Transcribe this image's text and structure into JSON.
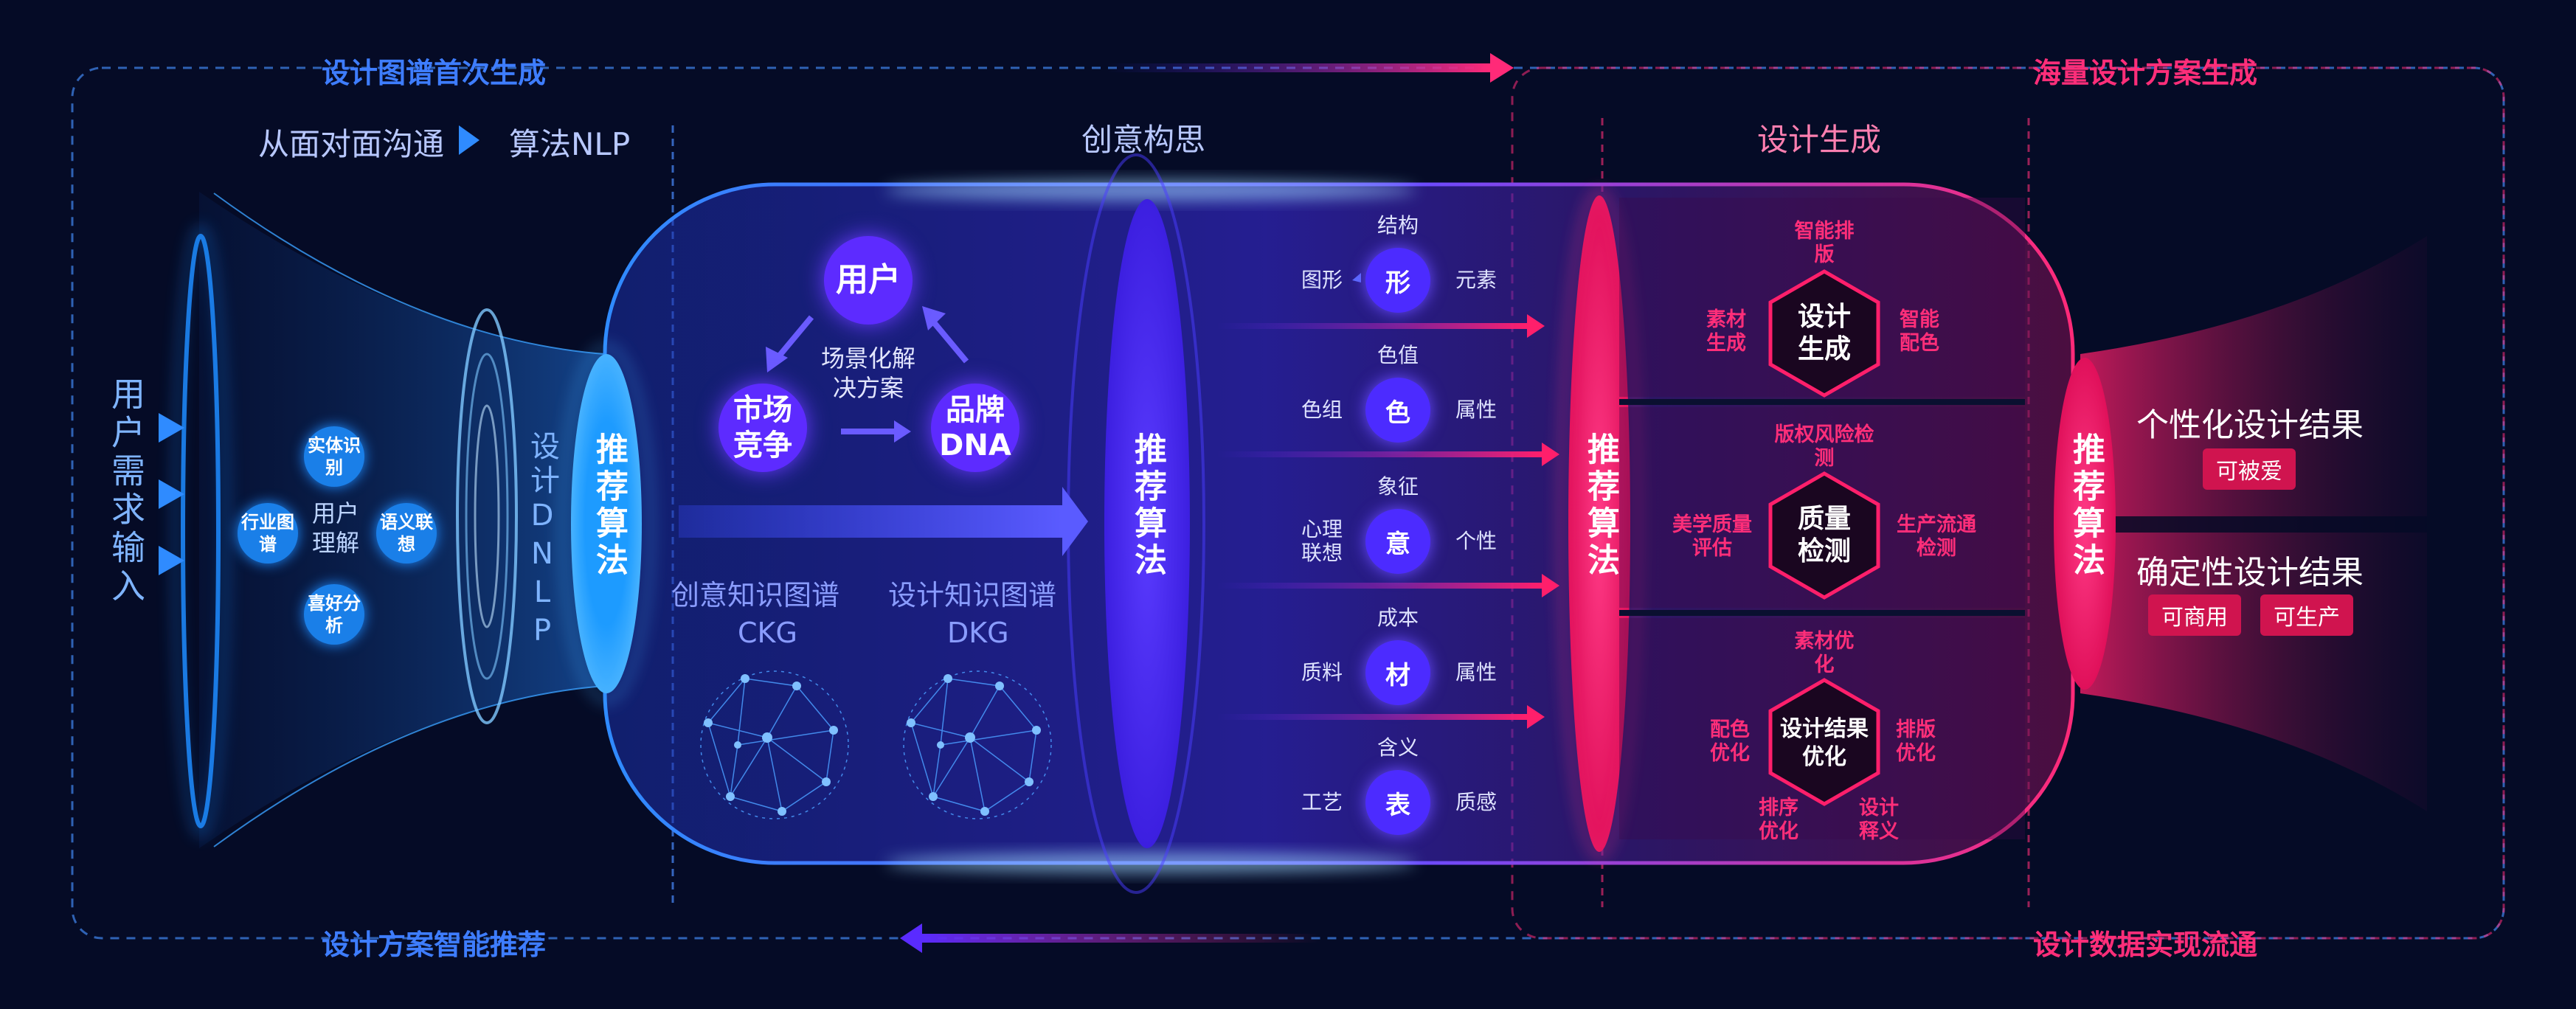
{
  "top": {
    "left_label": "设计图谱首次生成",
    "right_label": "海量设计方案生成"
  },
  "bottom": {
    "left_label": "设计方案智能推荐",
    "right_label": "设计数据实现流通"
  },
  "input": {
    "header_from": "从面对面沟通",
    "header_to": "算法NLP",
    "user_need": "用户需求输入",
    "center": "用户理解",
    "bubbles": [
      "实体识别",
      "行业图谱",
      "语义联想",
      "喜好分析"
    ],
    "dnlp": "设计DNLP"
  },
  "recommend_label": "推荐算法",
  "creative": {
    "title": "创意构思",
    "user": "用户",
    "market": "市场竞争",
    "brand": "品牌DNA",
    "scene": "场景化解决方案",
    "ckg_title": "创意知识图谱",
    "ckg_abbr": "CKG",
    "dkg_title": "设计知识图谱",
    "dkg_abbr": "DKG"
  },
  "elements": [
    {
      "node": "形",
      "top": "结构",
      "left": "图形",
      "right": "元素"
    },
    {
      "node": "色",
      "top": "色值",
      "left": "色组",
      "right": "属性"
    },
    {
      "node": "意",
      "top": "象征",
      "left": "心理联想",
      "right": "个性"
    },
    {
      "node": "材",
      "top": "成本",
      "left": "质料",
      "right": "属性"
    },
    {
      "node": "表",
      "top": "含义",
      "left": "工艺",
      "right": "质感"
    }
  ],
  "generation": {
    "title": "设计生成",
    "block1": {
      "hex": "设计生成",
      "top": "智能排版",
      "left": "素材生成",
      "right": "智能配色"
    },
    "block2": {
      "hex": "质量检测",
      "top": "版权风险检测",
      "left": "美学质量评估",
      "right": "生产流通检测"
    },
    "block3": {
      "hex": "设计结果优化",
      "top": "素材优化",
      "left": "配色优化",
      "right": "排版优化",
      "bottom_left": "排序优化",
      "bottom_right": "设计释义"
    }
  },
  "results": {
    "personal": "个性化设计结果",
    "personal_badge": "可被爱",
    "certain": "确定性设计结果",
    "certain_badges": [
      "可商用",
      "可生产"
    ]
  },
  "colors": {
    "blue": "#1f8cff",
    "purple": "#5a2bff",
    "pink": "#ff1f6b",
    "bg": "#050b26"
  }
}
